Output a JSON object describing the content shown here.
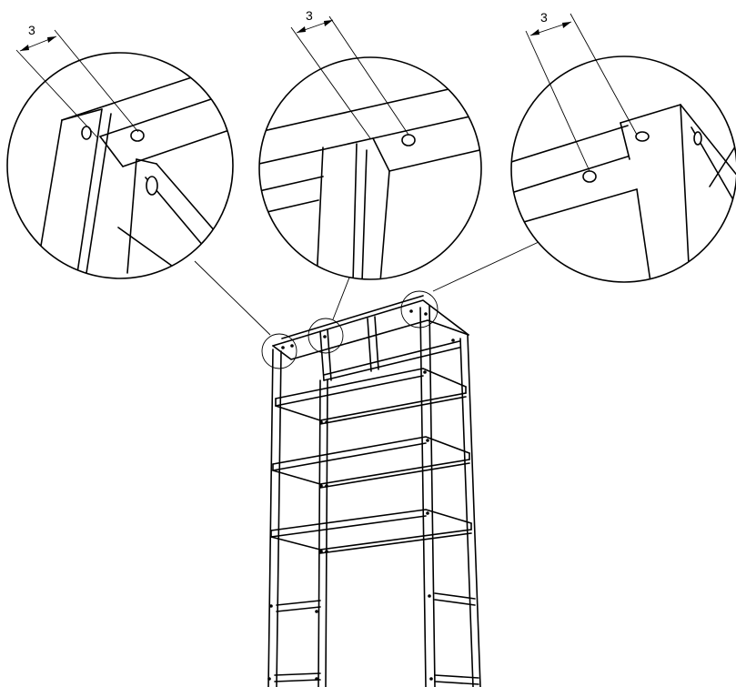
{
  "diagram": {
    "detail_views": [
      {
        "id": "detail-left",
        "dimension_label": "3"
      },
      {
        "id": "detail-center",
        "dimension_label": "3"
      },
      {
        "id": "detail-right",
        "dimension_label": "3"
      }
    ],
    "line_color": "#000000",
    "background_color": "#ffffff"
  }
}
